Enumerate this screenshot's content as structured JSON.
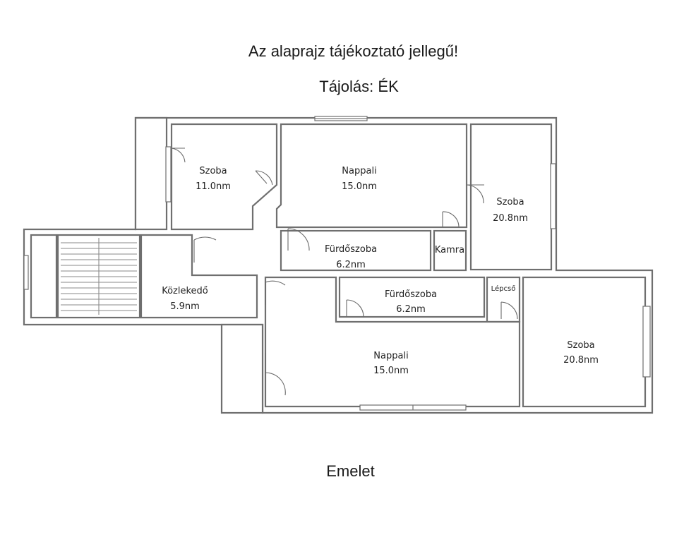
{
  "header": {
    "note": "Az alaprajz tájékoztató jellegű!",
    "orientation": "Tájolás: ÉK"
  },
  "footer": {
    "floor_label": "Emelet"
  },
  "rooms": {
    "szoba_top_left": {
      "name": "Szoba",
      "area": "11.0nm"
    },
    "nappali_top": {
      "name": "Nappali",
      "area": "15.0nm"
    },
    "szoba_top_right": {
      "name": "Szoba",
      "area": "20.8nm"
    },
    "furdo_top": {
      "name": "Fürdőszoba",
      "area": "6.2nm"
    },
    "kamra": {
      "name": "Kamra"
    },
    "kozlekedo": {
      "name": "Közlekedő",
      "area": "5.9nm"
    },
    "furdo_bottom": {
      "name": "Fürdőszoba",
      "area": "6.2nm"
    },
    "lepcso": {
      "name": "Lépcső"
    },
    "nappali_bottom": {
      "name": "Nappali",
      "area": "15.0nm"
    },
    "szoba_bottom_right": {
      "name": "Szoba",
      "area": "20.8nm"
    }
  }
}
